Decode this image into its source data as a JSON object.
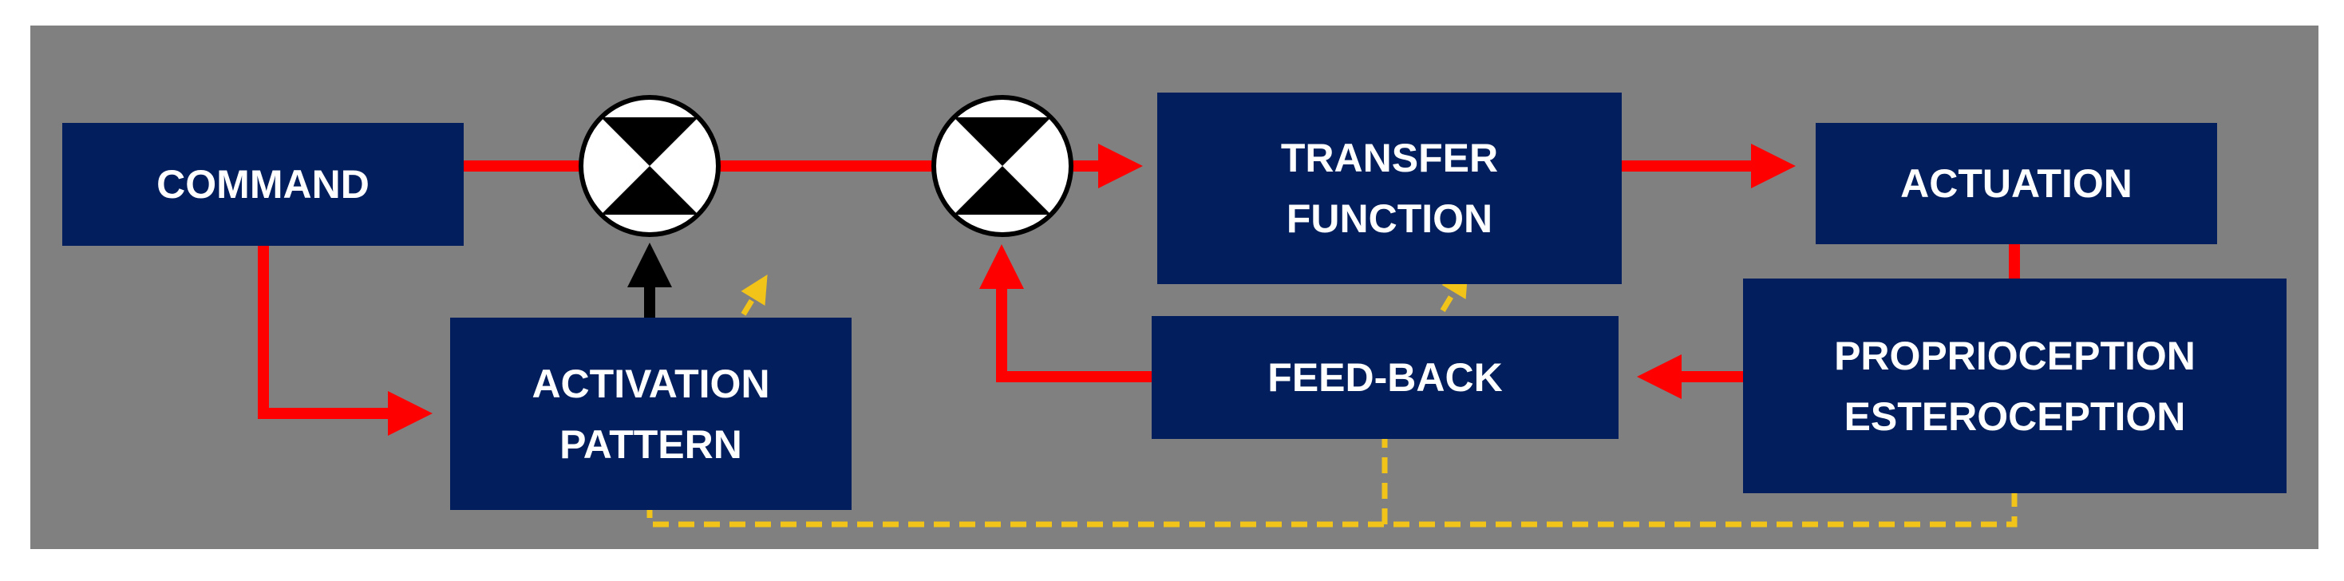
{
  "blocks": {
    "command": "COMMAND",
    "activation_pattern": "ACTIVATION\nPATTERN",
    "transfer_function": "TRANSFER\nFUNCTION",
    "actuation": "ACTUATION",
    "feedback": "FEED-BACK",
    "proprioception": "PROPRIOCEPTION\nESTEROCEPTION"
  },
  "colors": {
    "background": "#808080",
    "block_fill": "#021e5c",
    "block_text": "#ffffff",
    "signal_arrow": "#ff0000",
    "control_arrow": "#000000",
    "adaptive_path": "#f2c318"
  },
  "summing_junction_count": 2
}
